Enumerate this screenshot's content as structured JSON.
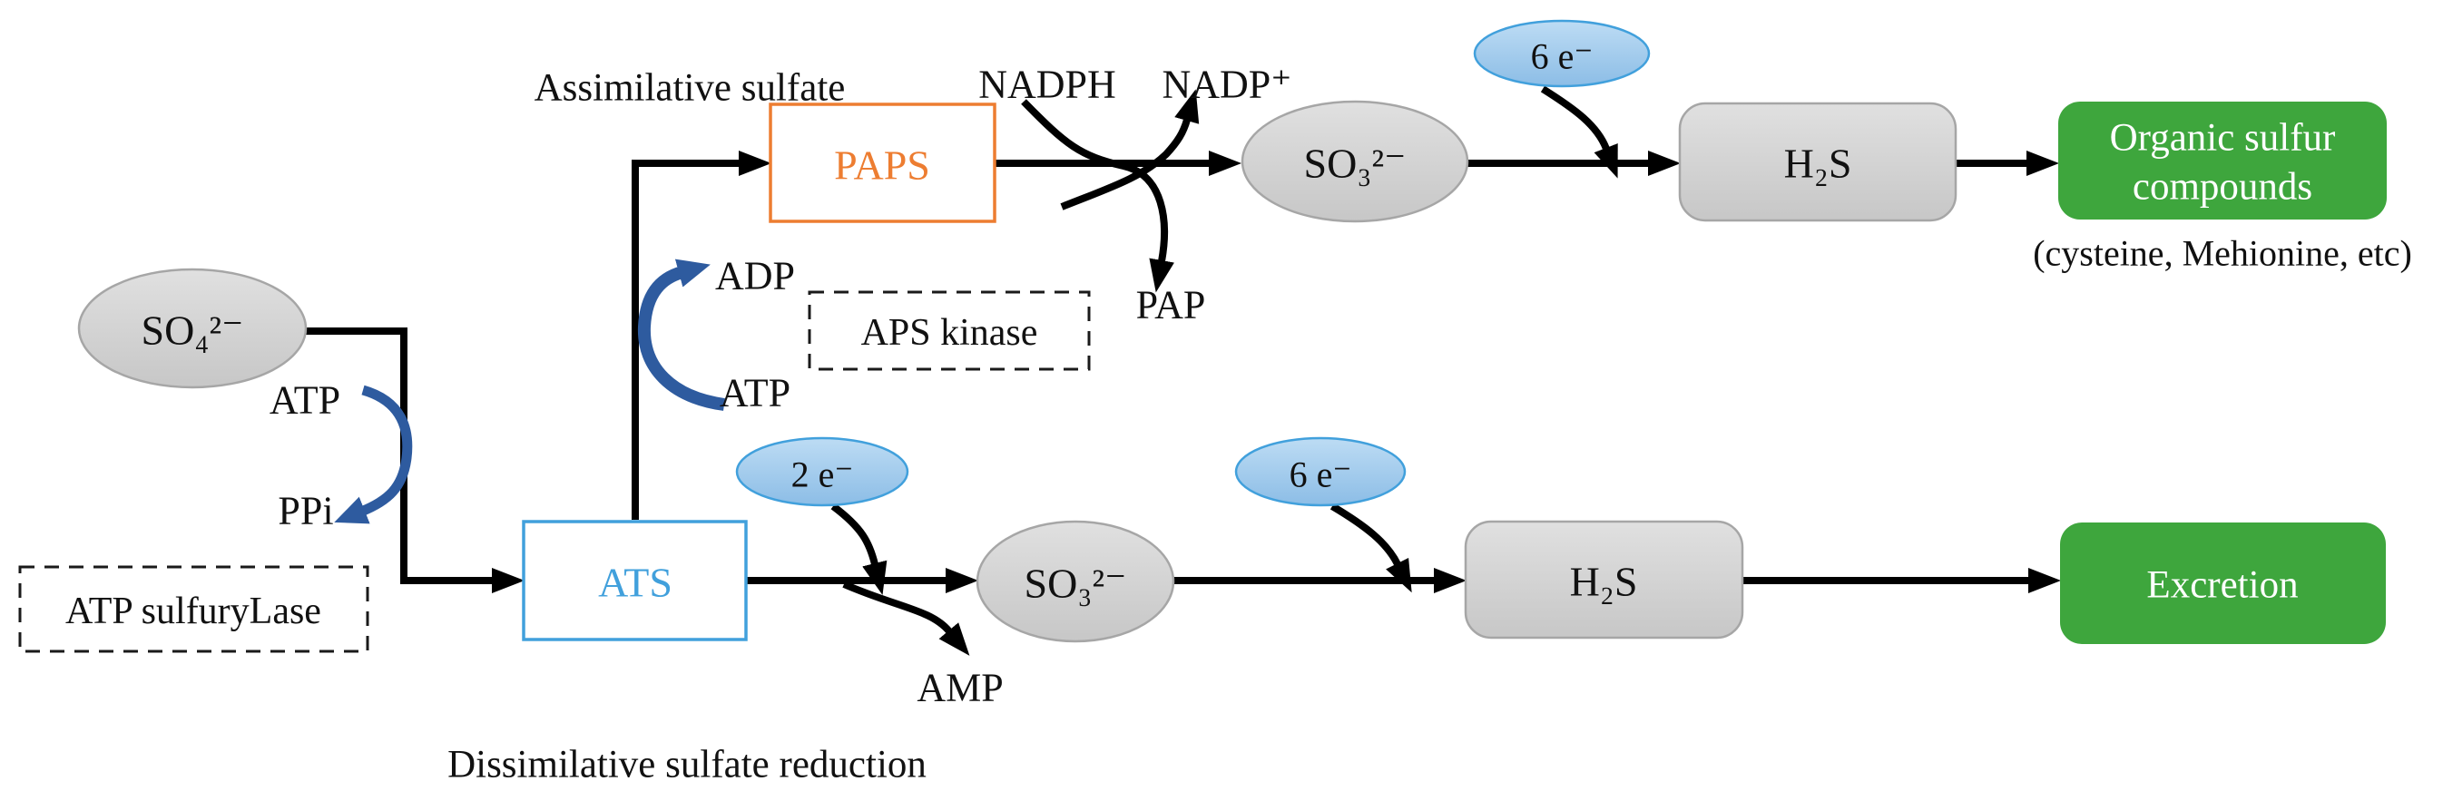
{
  "diagram": {
    "pathway_labels": {
      "assimilative": "Assimilative sulfate",
      "dissimilative": "Dissimilative sulfate reduction"
    },
    "nodes": {
      "sulfate": "SO₄²⁻",
      "paps": "PAPS",
      "ats": "ATS",
      "sulfite_top": "SO₃²⁻",
      "sulfite_bottom": "SO₃²⁻",
      "h2s_top": "H₂S",
      "h2s_bottom": "H₂S",
      "organic_line1": "Organic sulfur",
      "organic_line2": "compounds",
      "organic_note": "(cysteine, Mehionine, etc)",
      "excretion": "Excretion"
    },
    "electron_carriers": {
      "six_e_top": "6 e⁻",
      "two_e": "2 e⁻",
      "six_e_bottom": "6 e⁻"
    },
    "cofactors": {
      "nadph": "NADPH",
      "nadp_plus": "NADP⁺",
      "pap": "PAP",
      "adp": "ADP",
      "atp_kinase": "ATP",
      "atp_sulfurylase": "ATP",
      "ppi": "PPi",
      "amp": "AMP"
    },
    "enzymes": {
      "atp_sulfurylase": "ATP sulfuryLase",
      "aps_kinase": "APS kinase"
    },
    "colors": {
      "orange_accent": "#ED7D31",
      "blue_accent": "#41A0DC",
      "dark_blue_arrow": "#2E5B9F",
      "green_box": "#3EA63D",
      "gray_node_fill": "#D2D2D2",
      "gray_node_border": "#A6A6A6",
      "blue_ellipse_fill": "#9DC3E6",
      "line_black": "#000000"
    }
  }
}
